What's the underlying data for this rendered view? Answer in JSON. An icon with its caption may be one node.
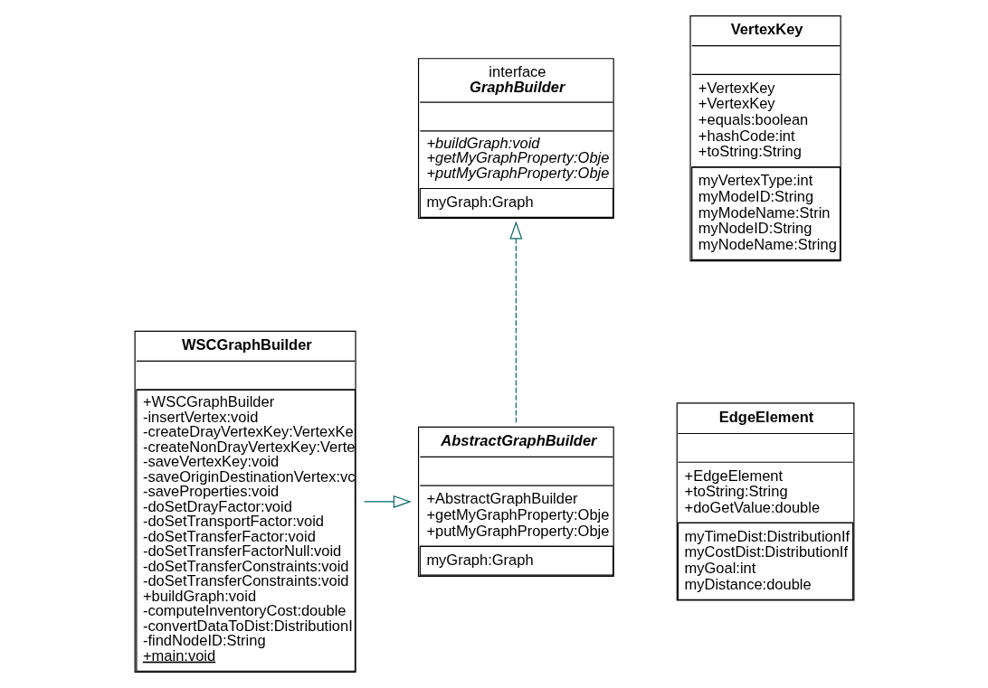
{
  "diagram": {
    "nodes": [
      {
        "text": [
          "interface",
          "GraphBuilder",
          "+buildGraph:void",
          "+getMyGraphProperty:Obje",
          "+putMyGraphProperty:Obje",
          "myGraph:Graph"
        ]
      },
      {
        "text": [
          "WSCGraphBuilder",
          "+WSCGraphBuilder",
          "-insertVertex:void",
          "-createDrayVertexKey:VertexKe",
          "-createNonDrayVertexKey:Verte",
          "-saveVertexKey:void",
          "-saveOriginDestinationVertex:vc",
          "-saveProperties:void",
          "-doSetDrayFactor:void",
          "-doSetTransportFactor:void",
          "-doSetTransferFactor:void",
          "-doSetTransferFactorNull:void",
          "-doSetTransferConstraints:void",
          "-doSetTransferConstraints:void",
          "+buildGraph:void",
          "-computeInventoryCost:double",
          "-convertDataToDist:DistributionI",
          "-findNodeID:String",
          "+main:void"
        ]
      },
      {
        "text": [
          "VertexKey",
          "+VertexKey",
          "+VertexKey",
          "+equals:boolean",
          "+hashCode:int",
          "+toString:String",
          "myVertexType:int",
          "myModeID:String",
          "myModeName:Strin",
          "myNodeID:String",
          "myNodeName:String"
        ]
      },
      {
        "text": [
          "AbstractGraphBuilder",
          "+AbstractGraphBuilder",
          "+getMyGraphProperty:Obje",
          "+putMyGraphProperty:Obje",
          "myGraph:Graph"
        ]
      },
      {
        "text": [
          "EdgeElement",
          "+EdgeElement",
          "+toString:String",
          "+doGetValue:double",
          "myTimeDist:DistributionIf",
          "myCostDist:DistributionIf",
          "myGoal:int",
          "myDistance:double"
        ]
      }
    ],
    "edges": [
      {
        "from": 3,
        "to": 0,
        "arrow": "to",
        "style": "dashed",
        "color": "#006666"
      },
      {
        "from": 1,
        "to": 3,
        "arrow": "to",
        "color": "#006666"
      }
    ]
  }
}
